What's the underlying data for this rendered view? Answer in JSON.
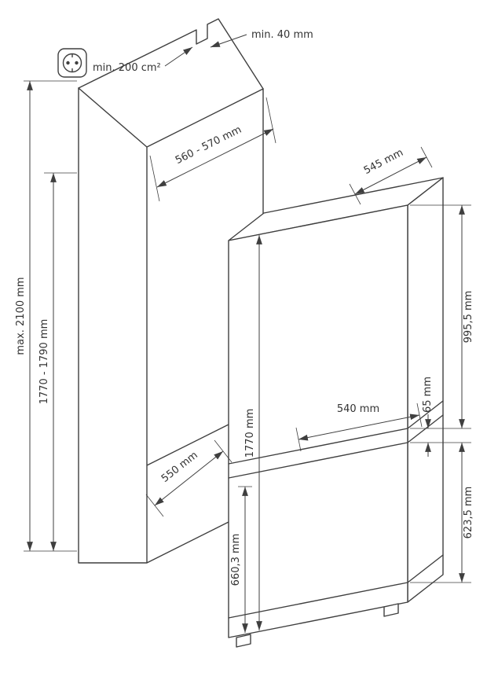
{
  "labels": {
    "min_vent_area": "min. 200 cm²",
    "min_top_gap": "min. 40 mm",
    "niche_width": "560 - 570 mm",
    "niche_depth": "550 mm",
    "niche_height": "1770 - 1790 mm",
    "max_total_height": "max. 2100 mm",
    "appliance_depth": "545 mm",
    "appliance_width": "540 mm",
    "appliance_height": "1770 mm",
    "lower_door_height": "660,3 mm",
    "upper_door_panel": "995,5 mm",
    "door_panel_gap": "65 mm",
    "lower_door_panel": "623,5 mm"
  },
  "colors": {
    "line": "#3f3f3f",
    "text": "#333333",
    "background": "#ffffff"
  },
  "icons": {
    "power_socket": "schuko-power-socket"
  }
}
